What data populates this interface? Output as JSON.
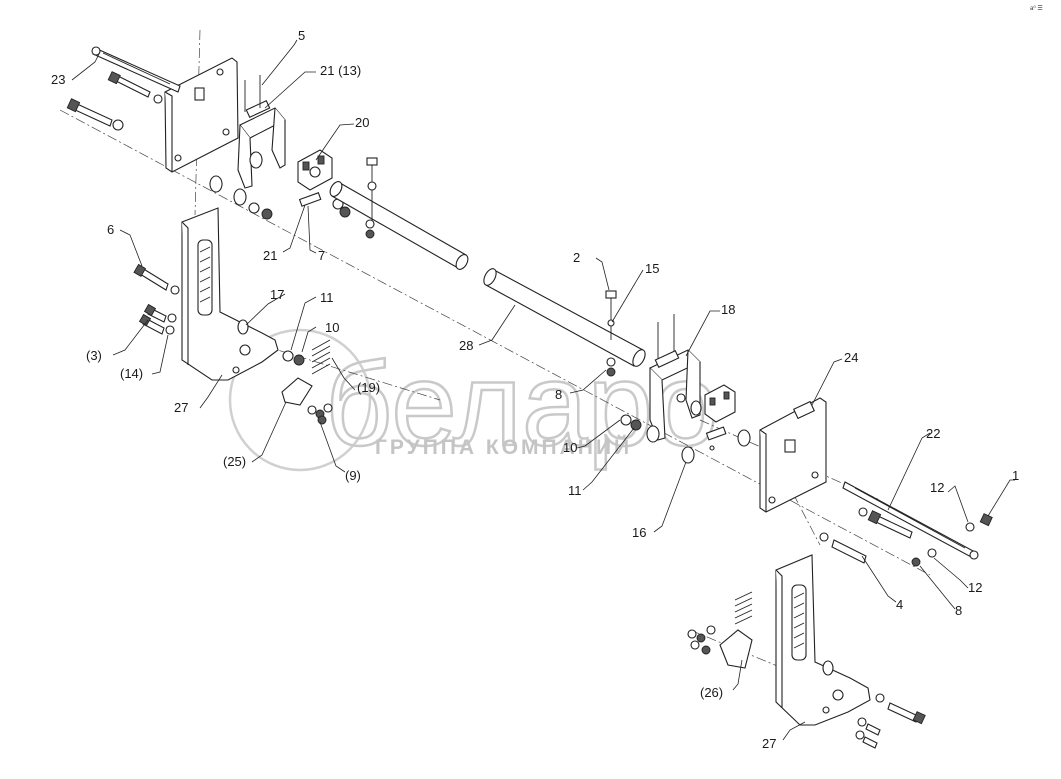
{
  "corner_mark": "a⁰ ☰",
  "watermark": {
    "brand": "беларо",
    "subtitle": "ГРУППА КОМПАНИЙ"
  },
  "callouts": [
    {
      "id": "c1",
      "text": "1"
    },
    {
      "id": "c2",
      "text": "2"
    },
    {
      "id": "c3",
      "text": "(3)"
    },
    {
      "id": "c4",
      "text": "4"
    },
    {
      "id": "c5",
      "text": "5"
    },
    {
      "id": "c6",
      "text": "6"
    },
    {
      "id": "c7",
      "text": "7"
    },
    {
      "id": "c8a",
      "text": "8"
    },
    {
      "id": "c8b",
      "text": "8"
    },
    {
      "id": "c9",
      "text": "(9)"
    },
    {
      "id": "c10a",
      "text": "10"
    },
    {
      "id": "c10b",
      "text": "10"
    },
    {
      "id": "c11a",
      "text": "11"
    },
    {
      "id": "c11b",
      "text": "11"
    },
    {
      "id": "c12a",
      "text": "12"
    },
    {
      "id": "c12b",
      "text": "12"
    },
    {
      "id": "c14",
      "text": "(14)"
    },
    {
      "id": "c15",
      "text": "15"
    },
    {
      "id": "c16",
      "text": "16"
    },
    {
      "id": "c17",
      "text": "17"
    },
    {
      "id": "c18",
      "text": "18"
    },
    {
      "id": "c19",
      "text": "(19)"
    },
    {
      "id": "c20",
      "text": "20"
    },
    {
      "id": "c21a",
      "text": "21 (13)"
    },
    {
      "id": "c21b",
      "text": "21"
    },
    {
      "id": "c22",
      "text": "22"
    },
    {
      "id": "c23",
      "text": "23"
    },
    {
      "id": "c24",
      "text": "24"
    },
    {
      "id": "c25",
      "text": "(25)"
    },
    {
      "id": "c26",
      "text": "(26)"
    },
    {
      "id": "c27a",
      "text": "27"
    },
    {
      "id": "c27b",
      "text": "27"
    },
    {
      "id": "c28",
      "text": "28"
    }
  ]
}
